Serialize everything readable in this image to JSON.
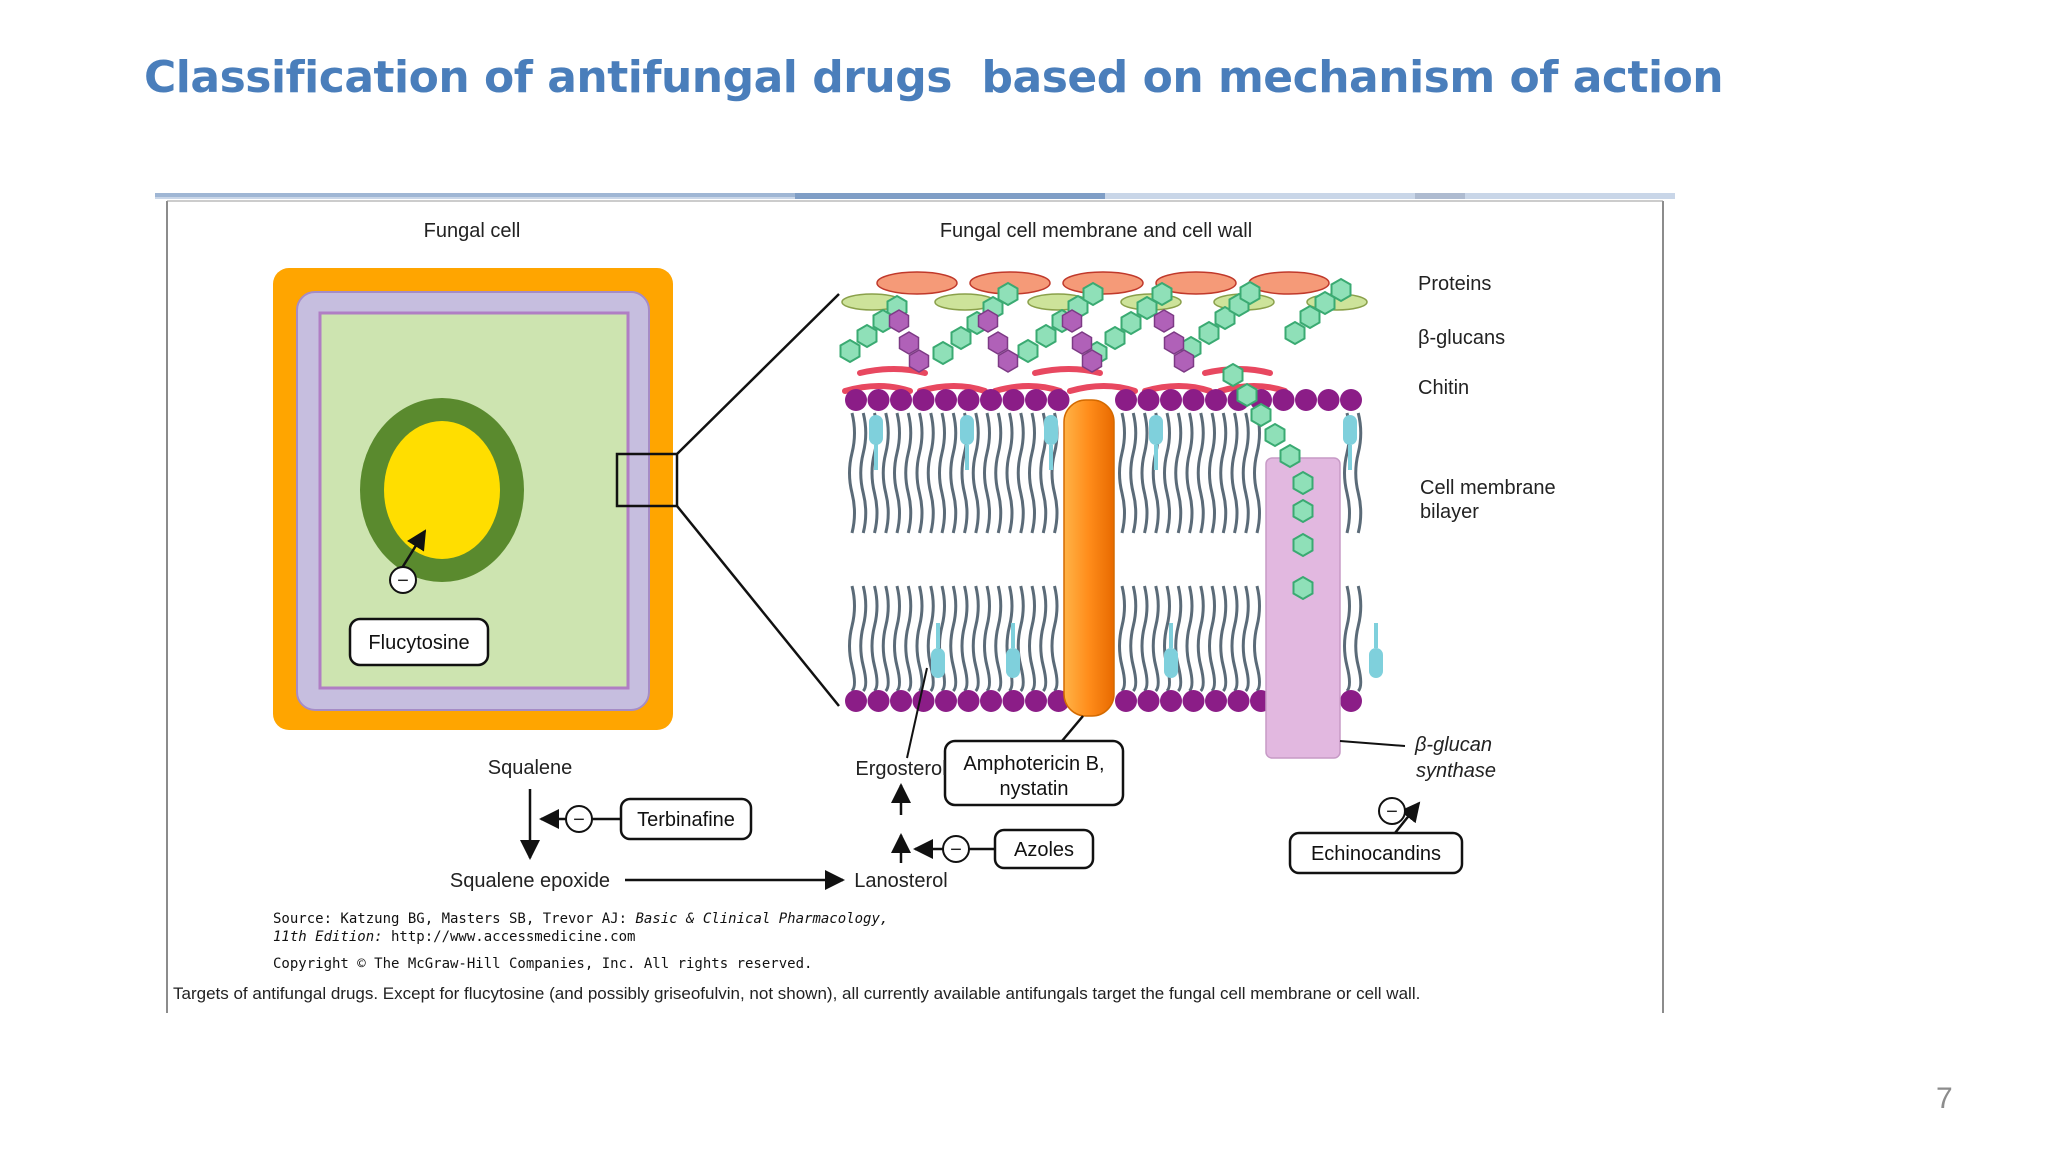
{
  "slide": {
    "title": "Classification of antifungal drugs  based on mechanism of action",
    "page_number": "7"
  },
  "figure": {
    "panel_left_title": "Fungal cell",
    "panel_right_title": "Fungal cell membrane and cell wall",
    "layers": {
      "proteins": "Proteins",
      "beta_glucans": "β-glucans",
      "chitin": "Chitin",
      "membrane_line1": "Cell membrane",
      "membrane_line2": "bilayer",
      "synthase_line1": "β-glucan",
      "synthase_line2": "synthase"
    },
    "molecules": {
      "squalene": "Squalene",
      "squalene_epoxide": "Squalene epoxide",
      "lanosterol": "Lanosterol",
      "ergosterol": "Ergosterol"
    },
    "drugs": {
      "flucytosine": "Flucytosine",
      "terbinafine": "Terbinafine",
      "azoles": "Azoles",
      "amphotericin_line1": "Amphotericin B,",
      "amphotericin_line2": "nystatin",
      "echinocandins": "Echinocandins"
    },
    "inhibition_symbol": "−",
    "source": {
      "line1_prefix": "Source: Katzung BG, Masters SB, Trevor AJ: ",
      "line1_book": "Basic & Clinical Pharmacology,",
      "line2_edition": "11th Edition:",
      "line2_url": " http://www.accessmedicine.com",
      "copyright": "Copyright © The McGraw-Hill Companies, Inc. All rights reserved."
    },
    "caption": "Targets of antifungal drugs. Except for flucytosine (and possibly griseofulvin, not shown), all currently available antifungals target the fungal cell membrane or cell wall."
  },
  "colors": {
    "title": "#4a7ebb",
    "cell_wall": "#ffa500",
    "cell_membrane": "#c6bedf",
    "cytoplasm": "#cde4b0",
    "nucleus_ring": "#5a8a2e",
    "nucleus": "#ffde00",
    "protein_top": "#f59a78",
    "protein_bottom": "#cde39a",
    "glucan": "#8fe0b8",
    "chitin_hex": "#b061b8",
    "chitin_strand": "#e84860",
    "lipid_head": "#8b1d87",
    "ergosterol": "#7fd0dc",
    "amphotericin": "#ff8c1a",
    "synthase": "#e2b8e0"
  }
}
